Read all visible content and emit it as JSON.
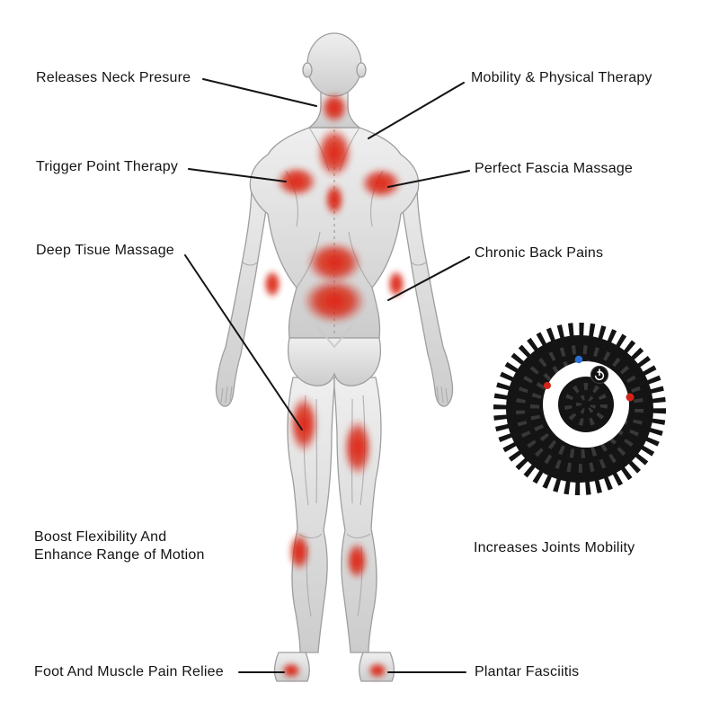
{
  "page": {
    "background": "#ffffff",
    "text_color": "#141414",
    "line_color": "#141414",
    "highlight_red": "#d62413"
  },
  "callouts": {
    "releases_neck": "Releases Neck Presure",
    "mobility": "Mobility & Physical Therapy",
    "trigger_point": "Trigger Point Therapy",
    "fascia": "Perfect Fascia Massage",
    "deep_tissue": "Deep Tisue Massage",
    "chronic_back": "Chronic Back Pains",
    "flexibility_line1": "Boost Flexibility And",
    "flexibility_line2": "Enhance Range of Motion",
    "joints_mobility": "Increases Joints Mobility",
    "foot_pain": "Foot And Muscle Pain Reliee",
    "plantar": "Plantar Fasciitis"
  },
  "figure": {
    "icon": "human-back-anatomy-figure",
    "highlight_color": "#d62413"
  },
  "product": {
    "icon": "spiky-massage-ball",
    "body_color": "#141414",
    "ring_color": "#ffffff",
    "indicator_blue": "#2b6fd4",
    "indicator_red": "#d42318"
  }
}
